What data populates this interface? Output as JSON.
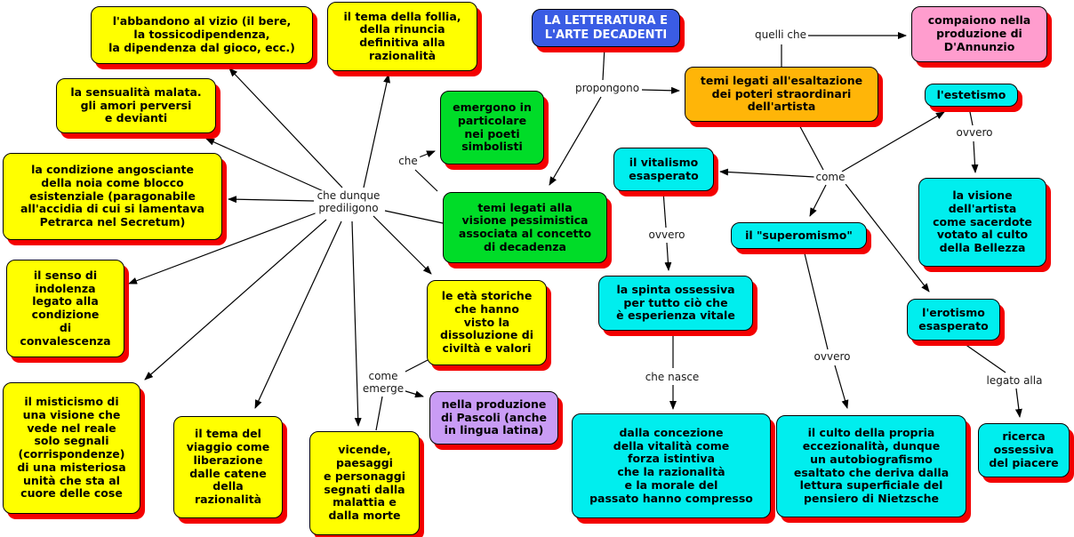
{
  "diagram_title": "LA LETTERATURA E L'ARTE DECADENTI",
  "colors": {
    "yellow": "#ffff00",
    "green": "#00dc28",
    "cyan": "#00eeee",
    "blue": "#3a5ce4",
    "orange": "#ffb508",
    "pink": "#ff9dce",
    "purple": "#c99cf5",
    "shadow_red": "#f40000",
    "line_black": "#000000"
  },
  "nodes": {
    "main": {
      "color": "blue",
      "label": "LA LETTERATURA E\nL'ARTE DECADENTI"
    },
    "abbandono": {
      "color": "yellow",
      "label": "l'abbandono al vizio (il bere,\nla tossicodipendenza,\nla dipendenza dal gioco, ecc.)"
    },
    "follia": {
      "color": "yellow",
      "label": "il tema della follia,\ndella rinuncia\ndefinitiva alla\nrazionalità"
    },
    "dannunzio": {
      "color": "pink",
      "label": "compaiono nella\nproduzione di\nD'Annunzio"
    },
    "sensualita": {
      "color": "yellow",
      "label": "la sensualità malata.\ngli amori perversi\ne devianti"
    },
    "esaltazione": {
      "color": "orange",
      "label": "temi legati all'esaltazione\ndei poteri straordinari\ndell'artista"
    },
    "estetismo": {
      "color": "cyan",
      "label": "l'estetismo"
    },
    "emergono": {
      "color": "green",
      "label": "emergono in\nparticolare\nnei poeti\nsimbolisti"
    },
    "angosciante": {
      "color": "yellow",
      "label": "la condizione angosciante\ndella noia come blocco\nesistenziale (paragonabile\nall'accidia di cui si lamentava\nPetrarca nel Secretum)"
    },
    "vitalismo": {
      "color": "cyan",
      "label": "il vitalismo\nesasperato"
    },
    "pessimistica": {
      "color": "green",
      "label": "temi legati alla\nvisione pessimistica\nassociata al concetto\ndi decadenza"
    },
    "superomismo": {
      "color": "cyan",
      "label": "il \"superomismo\""
    },
    "visione": {
      "color": "cyan",
      "label": "la visione\ndell'artista\ncome sacerdote\nvotato al culto\ndella Bellezza"
    },
    "indolenza": {
      "color": "yellow",
      "label": "il senso di\nindolenza\nlegato alla\ncondizione\ndi\nconvalescenza"
    },
    "spinta": {
      "color": "cyan",
      "label": "la spinta ossessiva\nper tutto ciò che\nè esperienza vitale"
    },
    "erotismo": {
      "color": "cyan",
      "label": "l'erotismo\nesasperato"
    },
    "eta_storiche": {
      "color": "yellow",
      "label": "le età storiche\nche hanno\nvisto la\ndissoluzione di\nciviltà e valori"
    },
    "misticismo": {
      "color": "yellow",
      "label": "il misticismo di\nuna visione che\nvede nel reale\nsolo segnali\n(corrispondenze)\ndi una misteriosa\nunità che sta al\ncuore delle cose"
    },
    "viaggio": {
      "color": "yellow",
      "label": "il tema del\nviaggio come\nliberazione\ndalle catene\ndella\nrazionalità"
    },
    "pascoli": {
      "color": "purple",
      "label": "nella produzione\ndi Pascoli (anche\nin lingua latina)"
    },
    "vicende": {
      "color": "yellow",
      "label": "vicende,\npaesaggi\ne personaggi\nsegnati dalla\nmalattia e\ndalla morte"
    },
    "concezione": {
      "color": "cyan",
      "label": "dalla concezione\ndella vitalità come\nforza istintiva\nche la razionalità\ne la morale del\npassato hanno compresso"
    },
    "culto": {
      "color": "cyan",
      "label": "il culto della propria\neccezionalità, dunque\nun autobiografismo\nesaltato che deriva dalla\nlettura superficiale del\npensiero di Nietzsche"
    },
    "ricerca": {
      "color": "cyan",
      "label": "ricerca\nossessiva\ndel piacere"
    }
  },
  "links": {
    "propongono": "propongono",
    "quelli_che": "quelli che",
    "che": "che",
    "che_dunque": "che dunque\nprediligono",
    "come_artista": "come",
    "ovvero_vitalismo": "ovvero",
    "ovvero_estetismo": "ovvero",
    "ovvero_superomismo": "ovvero",
    "come_emerge": "come\nemerge",
    "che_nasce": "che nasce",
    "legato_alla": "legato alla"
  }
}
